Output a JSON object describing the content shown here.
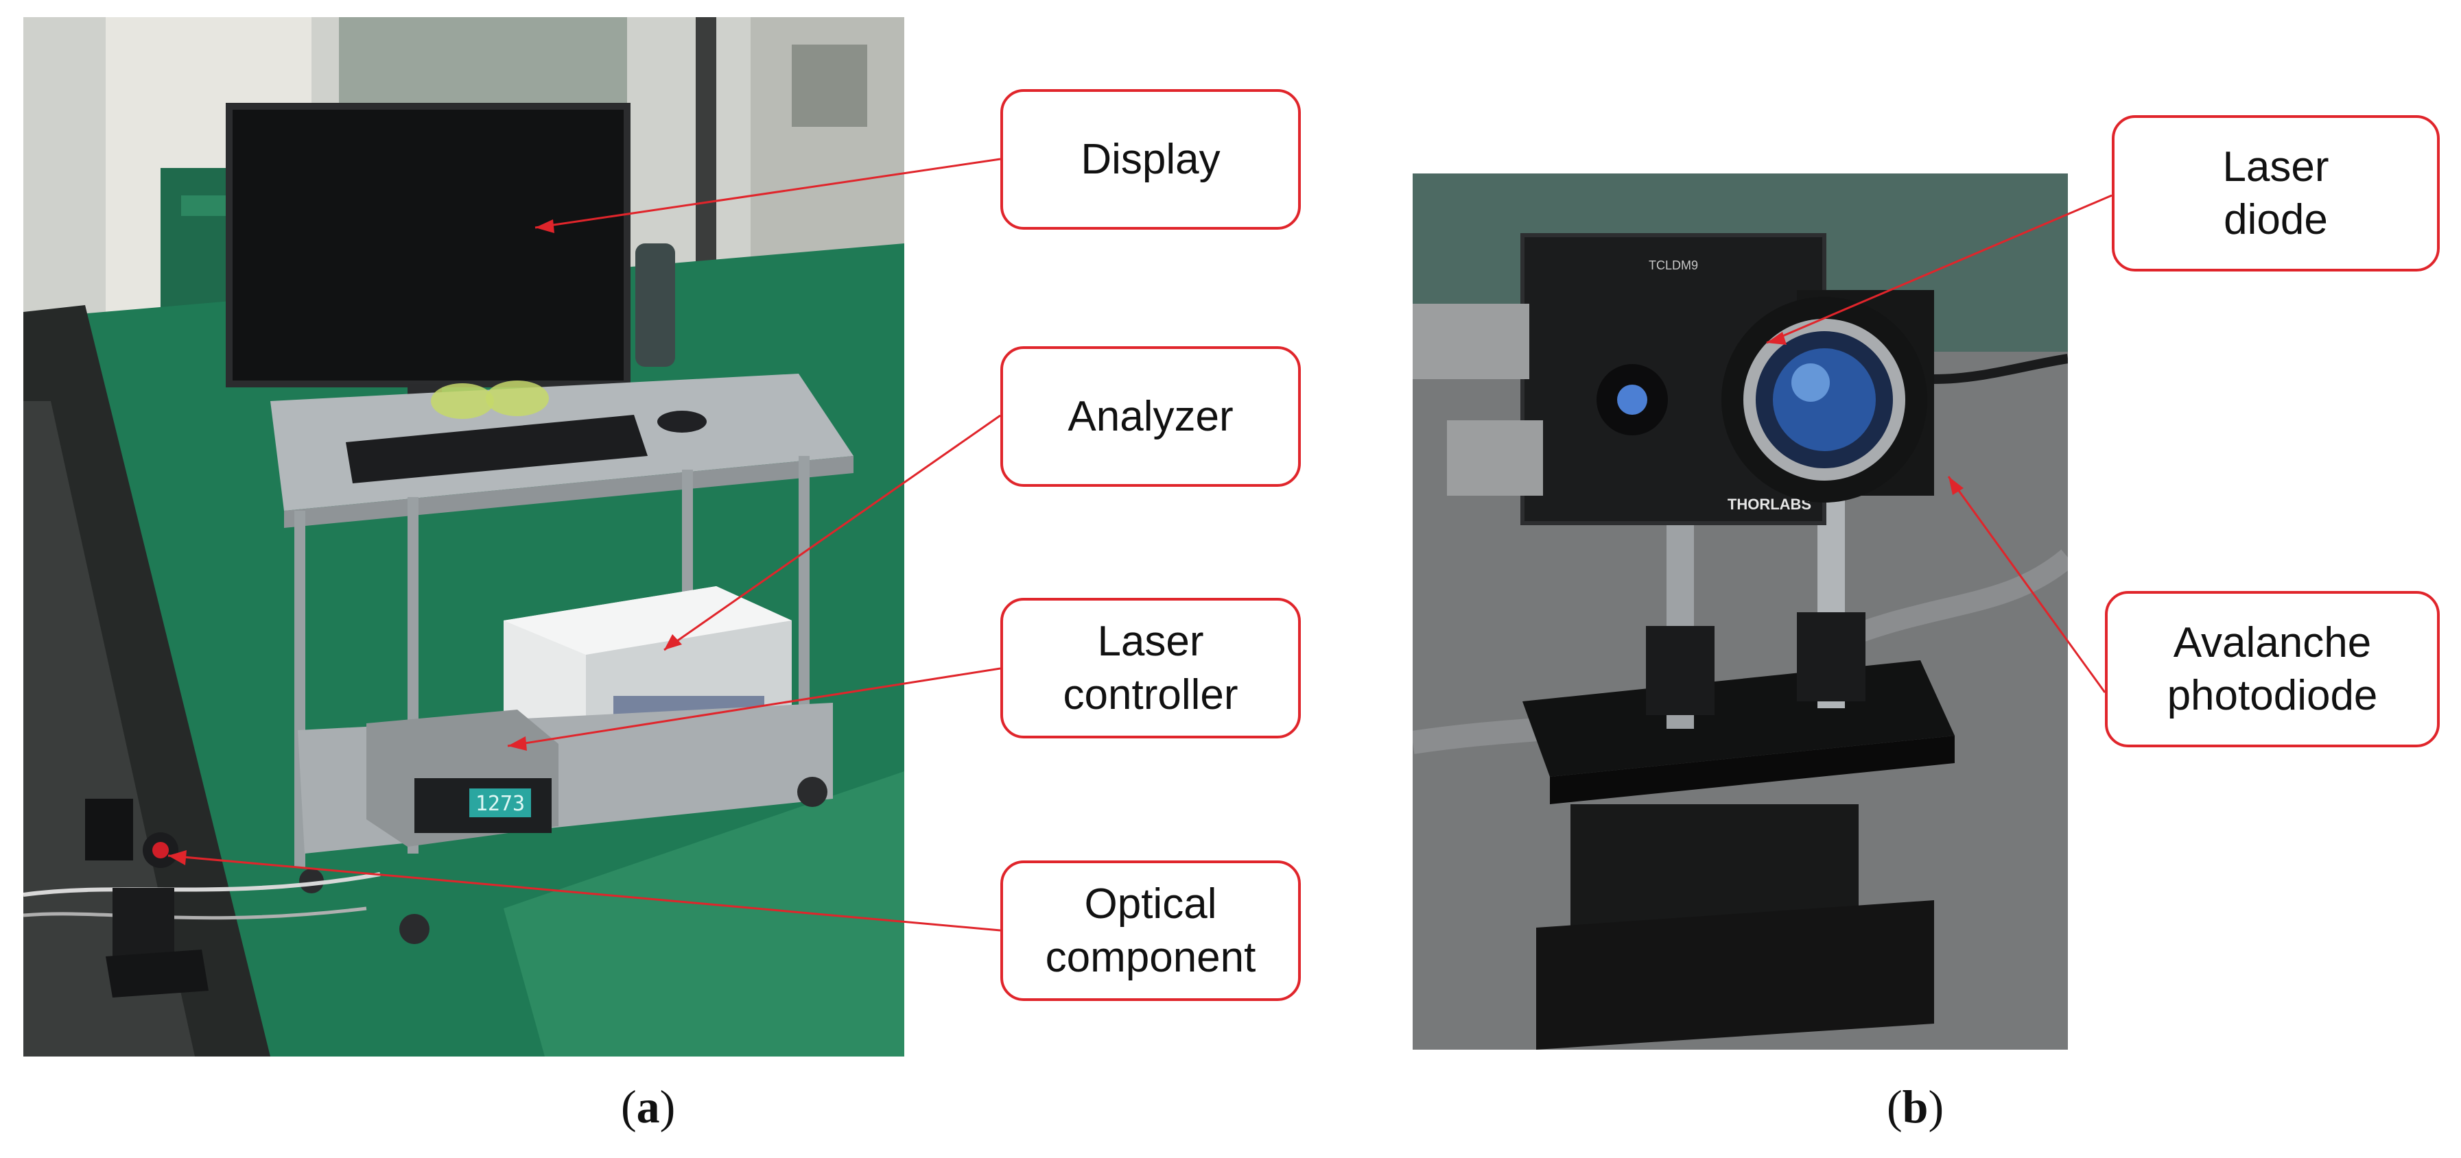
{
  "panel_a": {
    "caption_open": "(",
    "caption_letter": "a",
    "caption_close": ")",
    "callouts": [
      {
        "label": "Display"
      },
      {
        "label": "Analyzer"
      },
      {
        "label": "Laser\ncontroller"
      },
      {
        "label": "Optical\ncomponent"
      }
    ],
    "controller_readout": "1273"
  },
  "panel_b": {
    "caption_open": "(",
    "caption_letter": "b",
    "caption_close": ")",
    "callouts": [
      {
        "label": "Laser\ndiode"
      },
      {
        "label": "Avalanche\nphotodiode"
      }
    ],
    "mount_label": "TCLDM9",
    "brand_logo": "THORLABS"
  },
  "colors": {
    "callout_border": "#e0252b",
    "leader_line": "#e0252b",
    "floor_green": "#1f7a55"
  }
}
